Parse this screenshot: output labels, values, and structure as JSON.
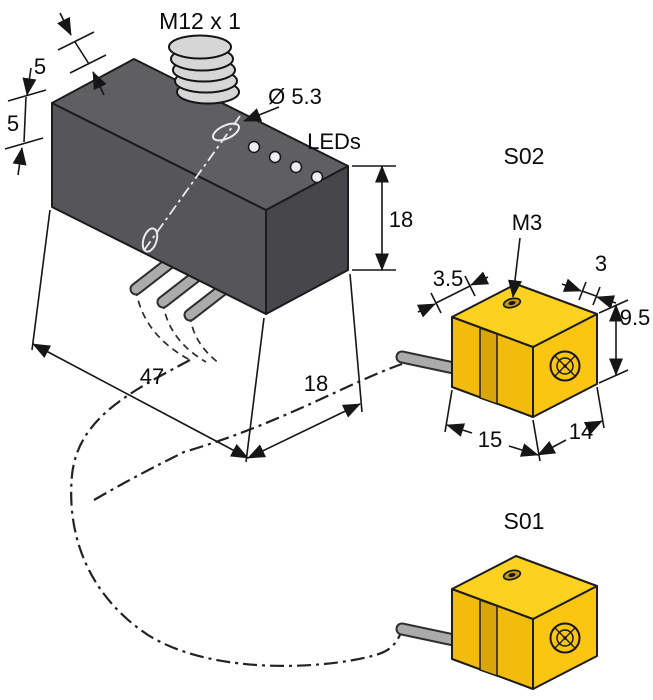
{
  "colors": {
    "background": "#ffffff",
    "line": "#161616",
    "housing_top": "#5f5f63",
    "housing_front": "#55555a",
    "housing_right": "#47474b",
    "thread_fill": "#d6d6d6",
    "led_fill": "#ededed",
    "sensor_top": "#fdd11f",
    "sensor_front": "#f3bc0c",
    "sensor_right": "#fac611",
    "sensor_slot": "#d9a509",
    "cable_fill": "#ababab"
  },
  "main_sensor": {
    "thread_label": "M12 x 1",
    "hole_diameter_label": "Ø 5.3",
    "leds_label": "LEDs",
    "dim_connector_offset": "5",
    "dim_left_offset": "5",
    "dim_end_height": "18",
    "dim_body_length": "47",
    "dim_end_width": "18"
  },
  "sensor_s02": {
    "id_label": "S02",
    "thread_label": "M3",
    "dim_hole_offset": "3.5",
    "dim_corner": "3",
    "dim_height": "9.5",
    "dim_length": "15",
    "dim_width": "14"
  },
  "sensor_s01": {
    "id_label": "S01"
  }
}
